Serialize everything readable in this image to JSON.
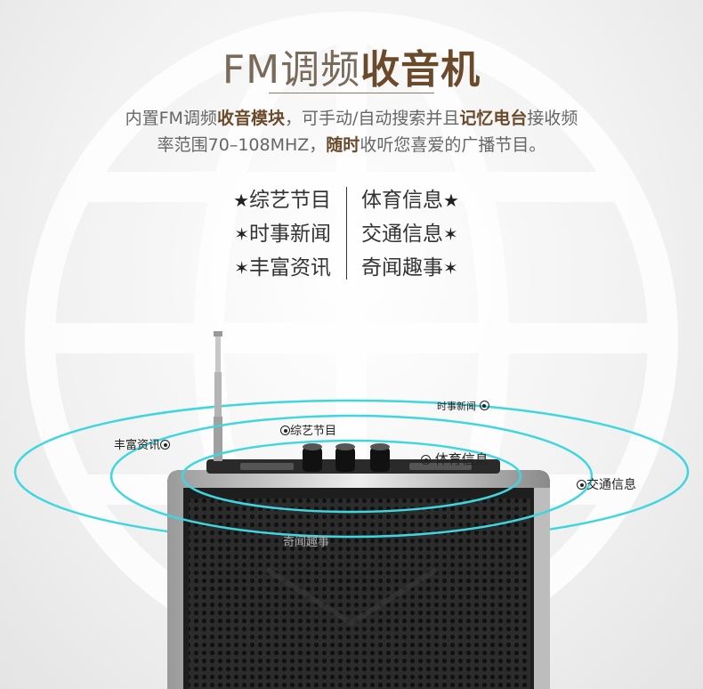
{
  "title": {
    "thin": "FM调频",
    "bold": "收音机"
  },
  "intro": {
    "p1": "内置FM调频",
    "b1": "收音模块",
    "p2": "，可手动/自动搜索并且",
    "b2": "记忆电台",
    "p3": "接收频",
    "p4": "率范围70–108MHZ，",
    "b3": "随时",
    "p5": "收听您喜爱的广播节目。"
  },
  "categories": {
    "left": [
      "综艺节目",
      "时事新闻",
      "丰富资讯"
    ],
    "right": [
      "体育信息",
      "交通信息",
      "奇闻趣事"
    ]
  },
  "labels": {
    "l1": "时事新闻",
    "l2": "综艺节目",
    "l3": "丰富资讯",
    "l4": "体育信息",
    "l5": "交通信息",
    "l6": "奇闻趣事"
  },
  "colors": {
    "accent": "#6b4a2c",
    "ring": "#3fd6e0"
  }
}
